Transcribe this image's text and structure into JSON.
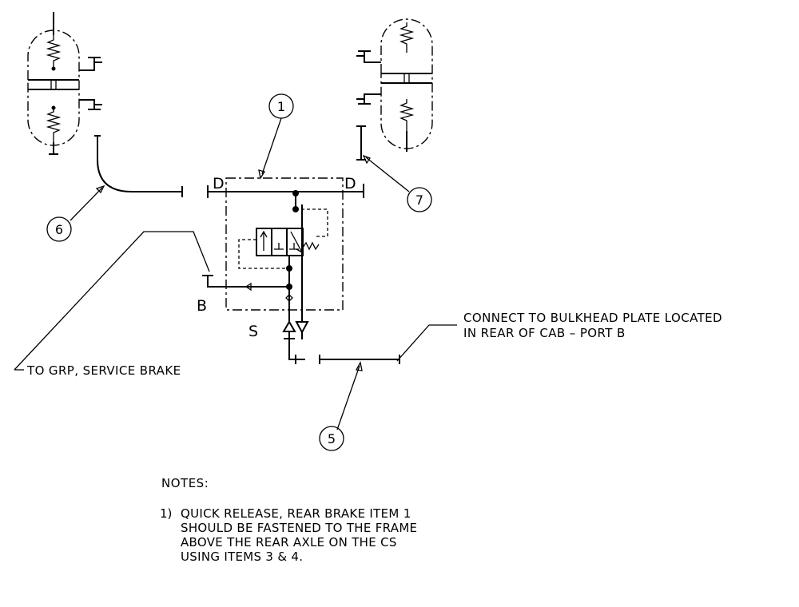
{
  "callouts": [
    "1",
    "5",
    "6",
    "7"
  ],
  "port_labels": {
    "d_left": "D",
    "d_right": "D",
    "b": "B",
    "s": "S"
  },
  "annotations": {
    "to_grp": "TO GRP, SERVICE BRAKE",
    "connect_line1": "CONNECT TO BULKHEAD PLATE LOCATED",
    "connect_line2": "IN REAR OF CAB – PORT B"
  },
  "notes": {
    "title": "NOTES:",
    "items": [
      {
        "num": "1)",
        "lines": [
          "QUICK RELEASE, REAR BRAKE ITEM 1",
          "SHOULD BE FASTENED TO THE FRAME",
          "ABOVE THE REAR AXLE ON THE CS",
          "USING ITEMS 3 & 4."
        ]
      }
    ]
  },
  "colors": {
    "ink": "#000000",
    "paper": "#ffffff"
  }
}
